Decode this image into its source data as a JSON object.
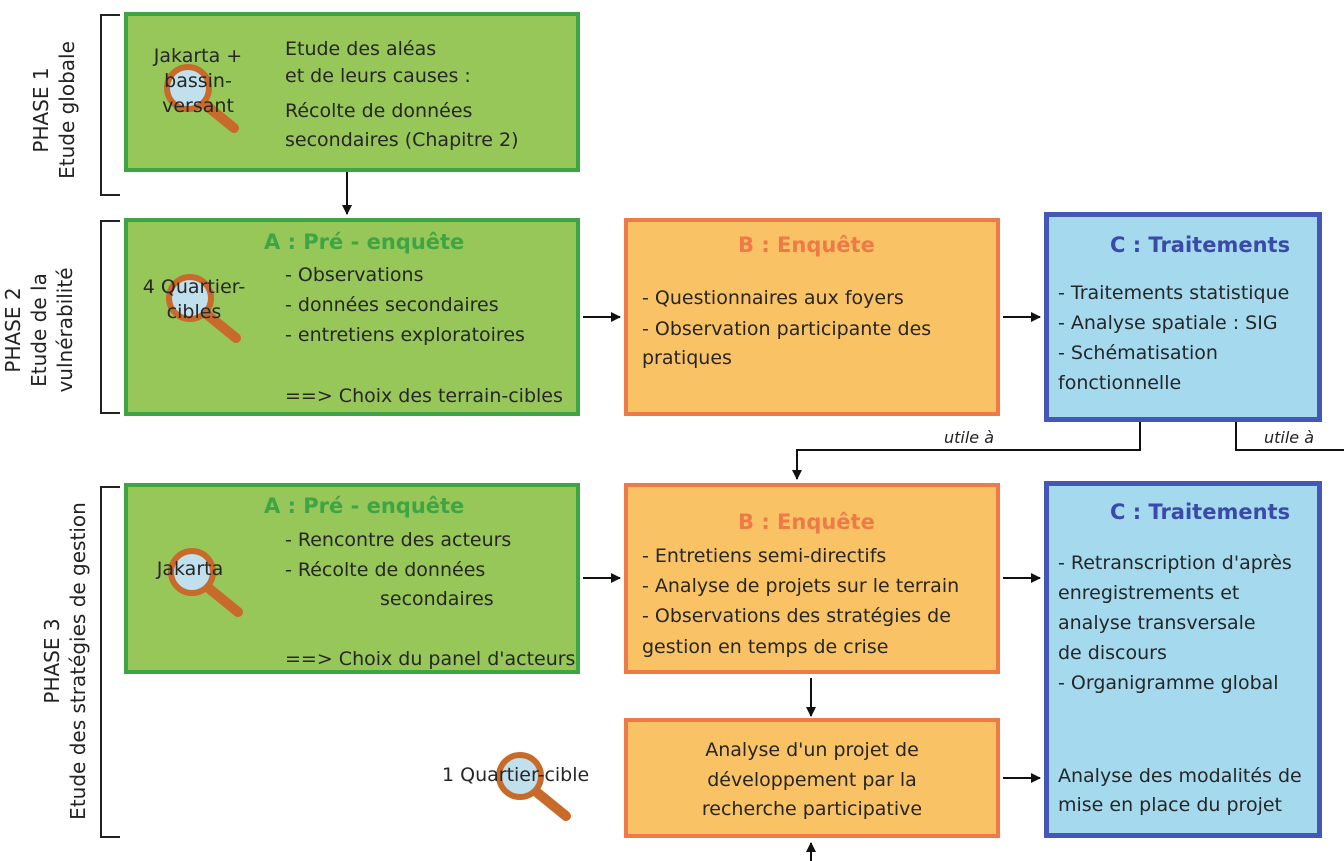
{
  "phase1": {
    "title": "PHASE 1",
    "subtitle": "Etude globale",
    "scope_lines": [
      "Jakarta +",
      "bassin-",
      "versant"
    ],
    "text_lines": [
      "Etude des aléas",
      "et de leurs causes :",
      "Récolte de données",
      "secondaires  (Chapitre 2)"
    ]
  },
  "phase2": {
    "title": "PHASE 2",
    "subtitle_lines": [
      "Etude de la",
      "vulnérabilité"
    ],
    "scope_lines": [
      "4 Quartier-",
      "cibles"
    ],
    "a": {
      "title": "A : Pré - enquête",
      "items": [
        "- Observations",
        "- données secondaires",
        "- entretiens exploratoires"
      ],
      "result": "==> Choix des terrain-cibles"
    },
    "b": {
      "title": "B : Enquête",
      "items": [
        "- Questionnaires aux foyers",
        "- Observation participante des",
        "pratiques"
      ]
    },
    "c": {
      "title": "C : Traitements",
      "items": [
        "- Traitements statistique",
        "- Analyse spatiale : SIG",
        "- Schématisation",
        "fonctionnelle"
      ]
    },
    "note_left": "utile à",
    "note_right": "utile à"
  },
  "phase3": {
    "title": "PHASE 3",
    "subtitle": "Etude des stratégies de gestion",
    "scope": "Jakarta",
    "a": {
      "title": "A : Pré - enquête",
      "items": [
        "- Rencontre des acteurs",
        "- Récolte de données",
        "secondaires"
      ],
      "result": "==> Choix du panel d'acteurs"
    },
    "b": {
      "title": "B : Enquête",
      "items": [
        "- Entretiens semi-directifs",
        "- Analyse de projets sur le terrain",
        "- Observations des stratégies de",
        "gestion en temps de crise"
      ]
    },
    "c": {
      "title": "C : Traitements",
      "items": [
        "- Retranscription d'après",
        "enregistrements et",
        "analyse transversale",
        "de discours",
        "- Organigramme global"
      ],
      "items2": [
        "Analyse des modalités de",
        "mise en place du projet"
      ]
    },
    "project_scope": "1 Quartier-cible",
    "project": [
      "Analyse d'un projet de",
      "développement par la",
      "recherche participative"
    ]
  },
  "colors": {
    "green_fill": "#97c659",
    "green_border": "#3fa544",
    "orange_fill": "#f9c265",
    "orange_border": "#ee7b47",
    "blue_fill": "#a4d9ee",
    "blue_border": "#4456b8"
  },
  "icons": [
    "magnifier-icon"
  ]
}
